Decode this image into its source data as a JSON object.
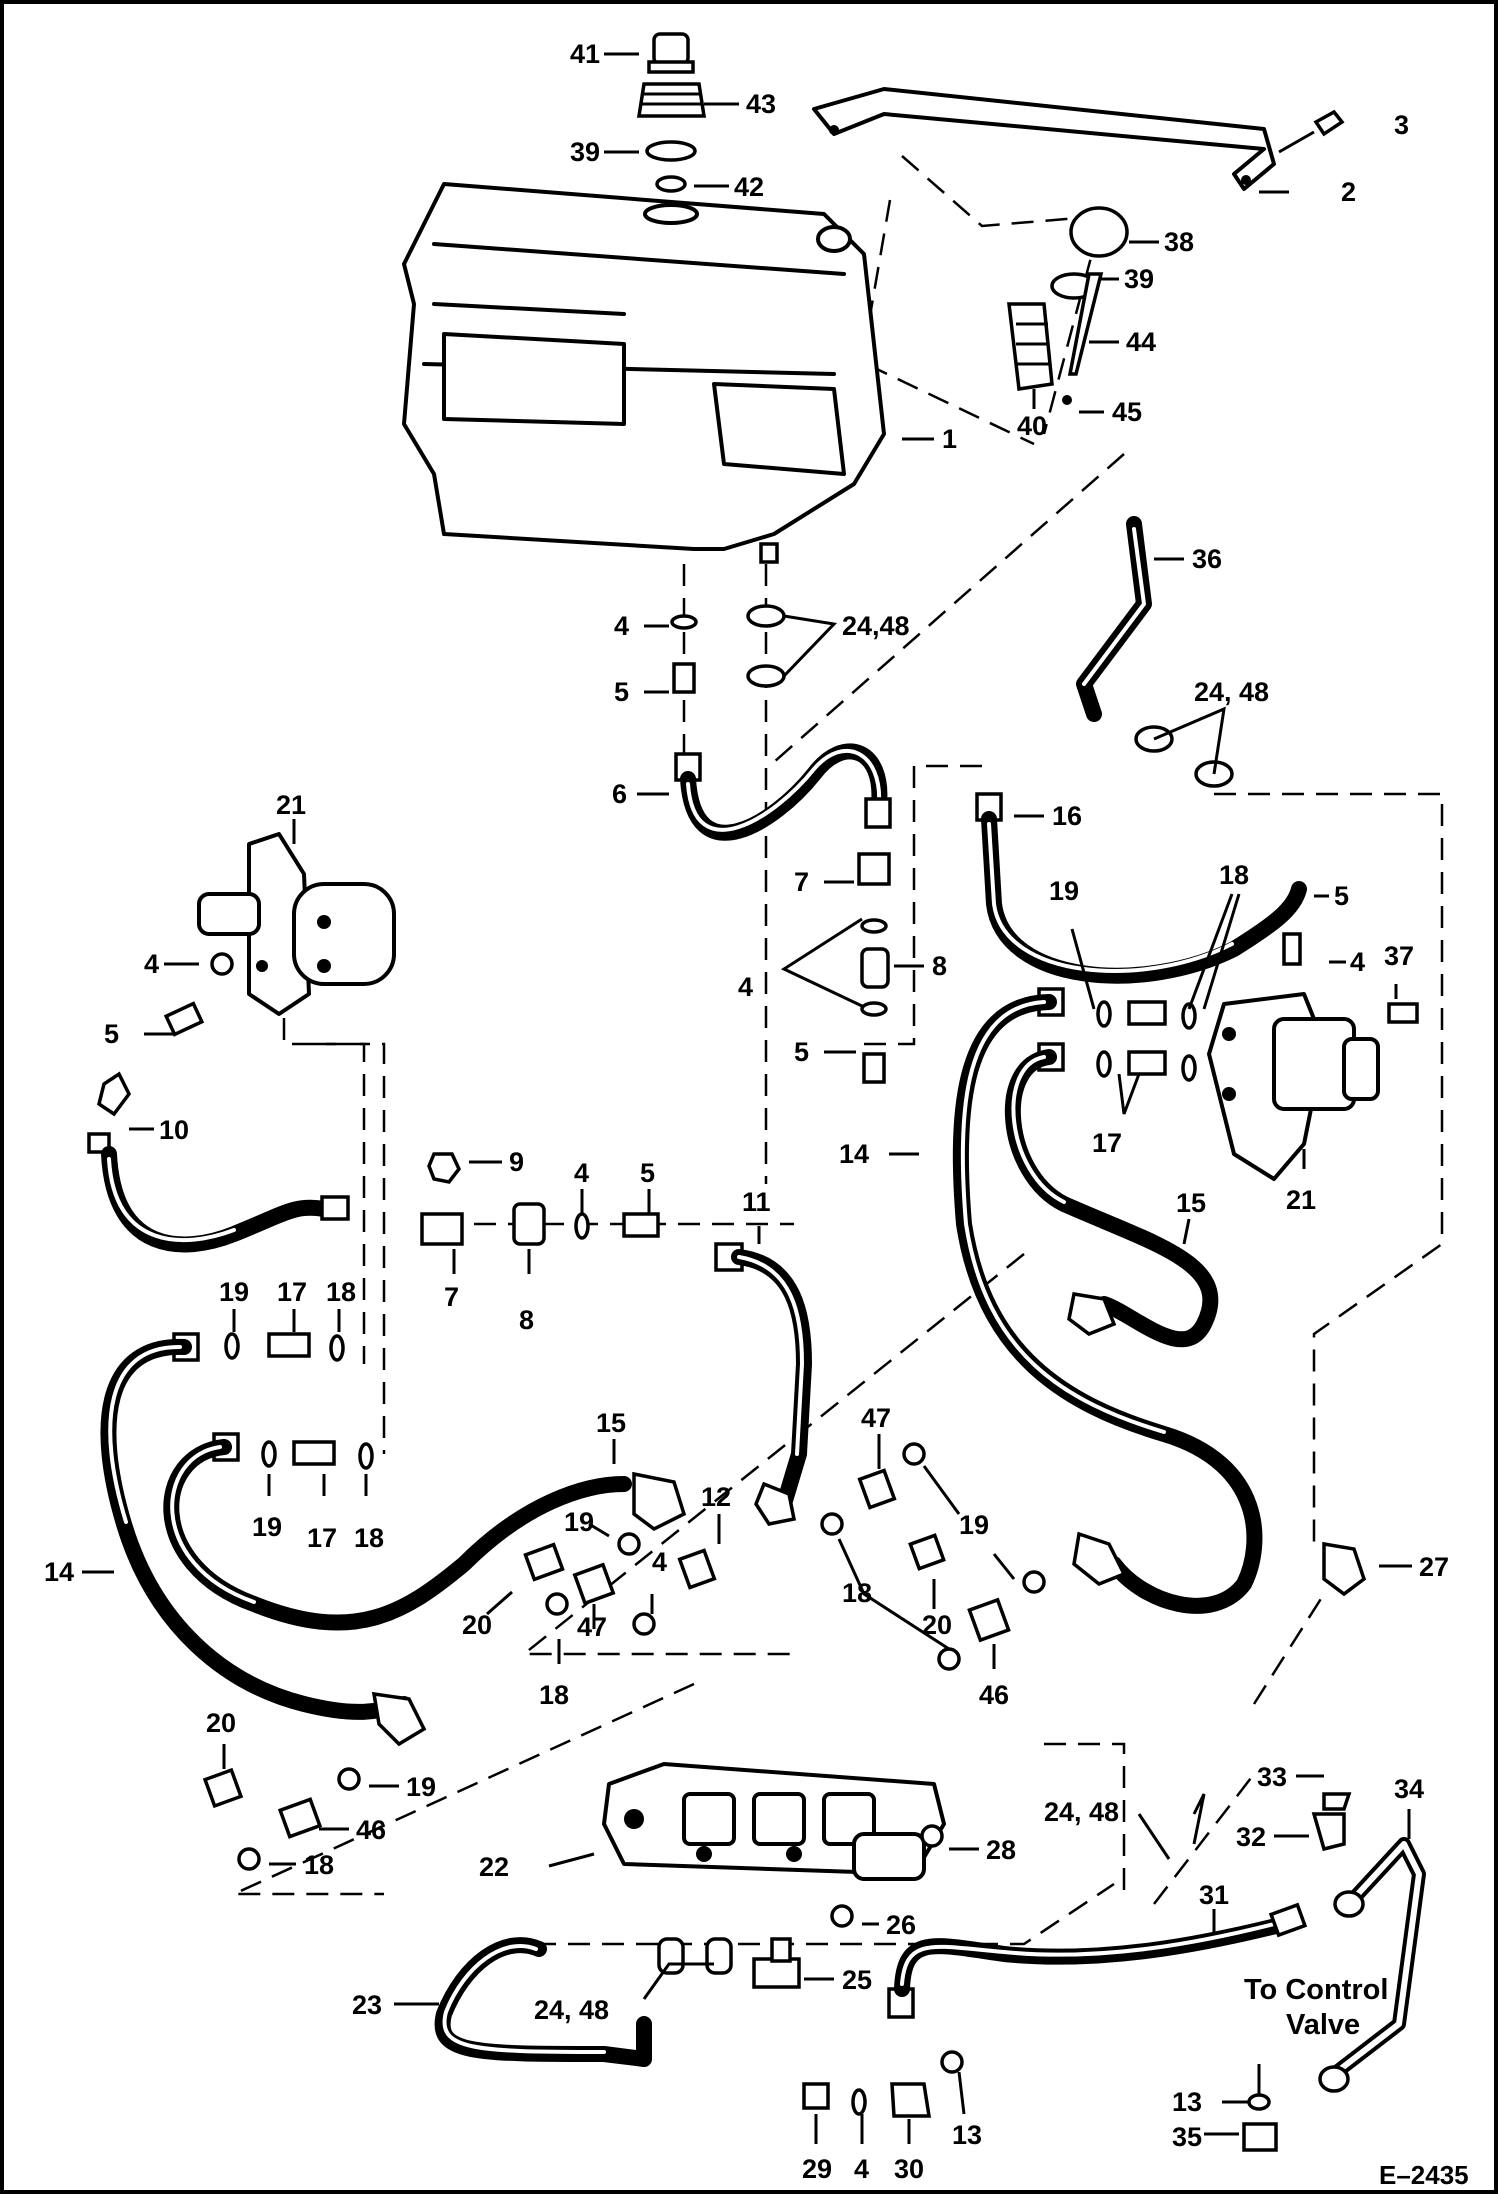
{
  "callouts": {
    "c41": "41",
    "c43": "43",
    "c39a": "39",
    "c42": "42",
    "c3": "3",
    "c2": "2",
    "c38": "38",
    "c39b": "39",
    "c44": "44",
    "c40": "40",
    "c45": "45",
    "c1": "1",
    "c36": "36",
    "c4a": "4",
    "c24_48a": "24,48",
    "c5a": "5",
    "c6": "6",
    "c24_48b": "24, 48",
    "c16": "16",
    "c21a": "21",
    "c7a": "7",
    "c4b": "4",
    "c8a": "8",
    "c5b": "5",
    "c19a": "19",
    "c18a": "18",
    "c5c": "5",
    "c4c": "4",
    "c37": "37",
    "c4d": "4",
    "c5d": "5",
    "c10": "10",
    "c14a": "14",
    "c17a": "17",
    "c21b": "21",
    "c9": "9",
    "c4e": "4",
    "c5e": "5",
    "c11": "11",
    "c15a": "15",
    "c7b": "7",
    "c8b": "8",
    "c19b": "19",
    "c17b": "17",
    "c18b": "18",
    "c15b": "15",
    "c47a": "47",
    "c19c": "19",
    "c17c": "17",
    "c18c": "18",
    "c12": "12",
    "c19d": "19",
    "c19e": "19",
    "c14b": "14",
    "c20a": "20",
    "c47b": "47",
    "c4f": "4",
    "c18d": "18",
    "c20b": "20",
    "c27": "27",
    "c18e": "18",
    "c46a": "46",
    "c20c": "20",
    "c19f": "19",
    "c46b": "46",
    "c18f": "18",
    "c33": "33",
    "c34": "34",
    "c24_48c": "24, 48",
    "c32": "32",
    "c22": "22",
    "c28": "28",
    "c26": "26",
    "c31": "31",
    "c23": "23",
    "c24_48d": "24, 48",
    "c25": "25",
    "c13a": "13",
    "c29": "29",
    "c4g": "4",
    "c30": "30",
    "c13b": "13",
    "c35": "35"
  },
  "note": {
    "line1": "To Control",
    "line2": "Valve"
  },
  "figure_ref": "E–2435"
}
